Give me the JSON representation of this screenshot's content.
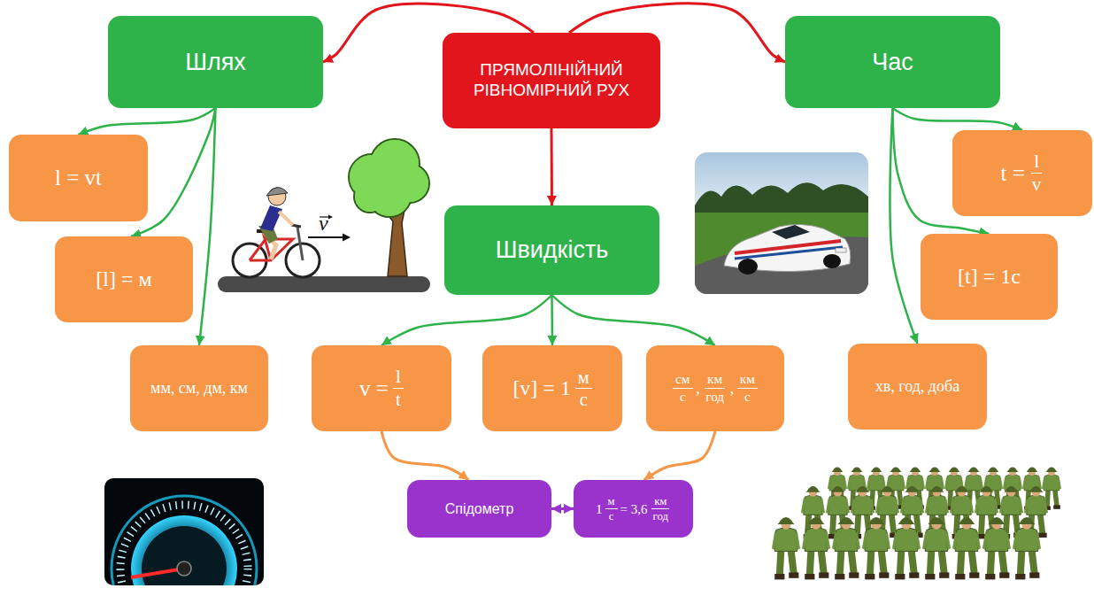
{
  "diagram": {
    "nodes": [
      {
        "text": [
          "Шлях"
        ]
      },
      {
        "text": [
          "ПРЯМОЛІНІЙНИЙ РІВНОМІРНИЙ РУХ"
        ]
      },
      {
        "text": [
          "Час"
        ]
      },
      {
        "text": [
          "l = vt"
        ]
      },
      {
        "text": [
          "t =",
          "l",
          "v"
        ]
      },
      {
        "text": [
          "Швидкість"
        ]
      },
      {
        "text": [
          "[l] = м"
        ]
      },
      {
        "text": [
          "[t] = 1с"
        ]
      },
      {
        "text": [
          "мм, см, дм, км"
        ]
      },
      {
        "text": [
          "v =",
          "l",
          "t"
        ]
      },
      {
        "text": [
          "[v] = 1",
          "м",
          "с"
        ]
      },
      {
        "text": [
          "см",
          "с",
          ",",
          "км",
          "год",
          ",",
          "км",
          "с"
        ]
      },
      {
        "text": [
          "хв, год, доба"
        ]
      },
      {
        "text": [
          "Спідометр"
        ]
      },
      {
        "text": [
          "1",
          "м",
          "с",
          "= 3,6",
          "км",
          "год"
        ]
      }
    ],
    "edges": [
      {
        "from": 1,
        "to": 0,
        "arrow": "to"
      },
      {
        "from": 1,
        "to": 2,
        "arrow": "to"
      },
      {
        "from": 1,
        "to": 5,
        "arrow": "to"
      },
      {
        "from": 0,
        "to": 3,
        "arrow": "to"
      },
      {
        "from": 0,
        "to": 6,
        "arrow": "to"
      },
      {
        "from": 0,
        "to": 8,
        "arrow": "to"
      },
      {
        "from": 2,
        "to": 4,
        "arrow": "to"
      },
      {
        "from": 2,
        "to": 7,
        "arrow": "to"
      },
      {
        "from": 2,
        "to": 12,
        "arrow": "to"
      },
      {
        "from": 5,
        "to": 9,
        "arrow": "to"
      },
      {
        "from": 5,
        "to": 10,
        "arrow": "to"
      },
      {
        "from": 5,
        "to": 11,
        "arrow": "to"
      },
      {
        "from": 9,
        "to": 13,
        "arrow": "to"
      },
      {
        "from": 11,
        "to": 14,
        "arrow": "to"
      },
      {
        "from": 13,
        "to": 14,
        "arrow": "both"
      }
    ],
    "labels": [
      "v"
    ]
  }
}
